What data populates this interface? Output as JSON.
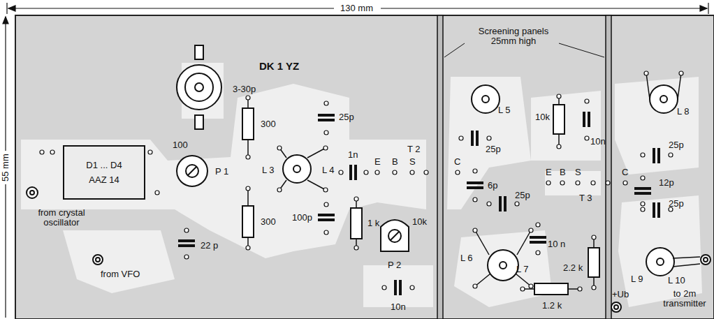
{
  "diagram": {
    "nodes": [
      {
        "text": [
          "D1 ... D4",
          "AAZ 14"
        ]
      }
    ],
    "labels": [
      "130 mm",
      "55 mm",
      "3-30p",
      "DK 1 YZ",
      "Screening panels 25mm high",
      "100",
      "P 1",
      "300",
      "300",
      "25p",
      "L 3",
      "L 4",
      "1n",
      "E",
      "B",
      "S",
      "T 2",
      "C",
      "100p",
      "1 k",
      "10k",
      "P 2",
      "10n",
      "22 p",
      "from crystal oscillator",
      "from VFO",
      "L 5",
      "25p",
      "6p",
      "25p",
      "10k",
      "10n",
      "E",
      "B",
      "S",
      "T 3",
      "C",
      "L 6",
      "L 7",
      "10 n",
      "2.2 k",
      "1.2 k",
      "+Ub",
      "L 8",
      "25p",
      "12p",
      "25p",
      "L 9",
      "L 10",
      "to 2m transmitter"
    ]
  }
}
